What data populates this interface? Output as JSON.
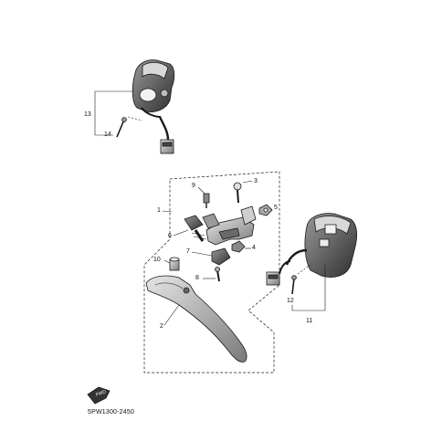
{
  "callouts": [
    {
      "id": "c13",
      "text": "13"
    },
    {
      "id": "c14",
      "text": "14"
    },
    {
      "id": "c1",
      "text": "1"
    },
    {
      "id": "c2",
      "text": "2"
    },
    {
      "id": "c3",
      "text": "3"
    },
    {
      "id": "c4",
      "text": "4"
    },
    {
      "id": "c5",
      "text": "5"
    },
    {
      "id": "c6",
      "text": "6"
    },
    {
      "id": "c7",
      "text": "7"
    },
    {
      "id": "c8",
      "text": "8"
    },
    {
      "id": "c9",
      "text": "9"
    },
    {
      "id": "c10",
      "text": "10"
    },
    {
      "id": "c11",
      "text": "11"
    },
    {
      "id": "c12",
      "text": "12"
    }
  ],
  "diagram_code": "5PW1300-2450",
  "front_badge": "FWD",
  "colors": {
    "line": "#1a1a1a",
    "shade": "#6b6b6b",
    "light": "#c9c9c9"
  }
}
